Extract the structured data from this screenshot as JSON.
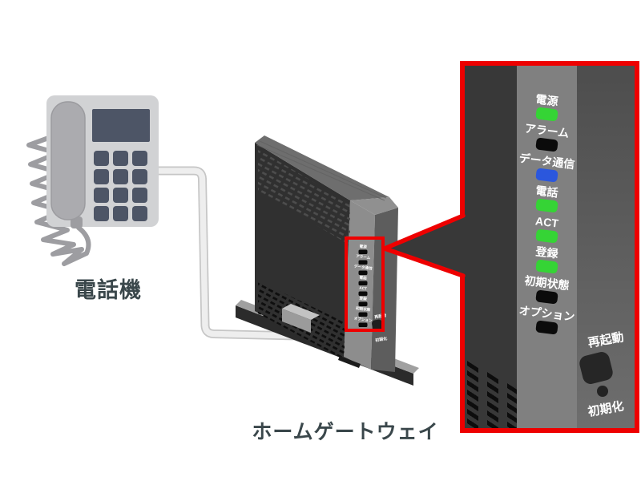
{
  "diagram": {
    "phone_label": "電話機",
    "gateway_label": "ホームゲートウェイ"
  },
  "panel": {
    "leds": [
      {
        "label": "電源",
        "lit": true,
        "color": "#35d435"
      },
      {
        "label": "アラーム",
        "lit": false,
        "color": "#0b0b0b"
      },
      {
        "label": "データ通信",
        "lit": true,
        "color": "#2b57dd"
      },
      {
        "label": "電話",
        "lit": true,
        "color": "#35d435"
      },
      {
        "label": "ACT",
        "lit": true,
        "color": "#35d435"
      },
      {
        "label": "登録",
        "lit": true,
        "color": "#35d435"
      },
      {
        "label": "初期状態",
        "lit": false,
        "color": "#0b0b0b"
      },
      {
        "label": "オプション",
        "lit": false,
        "color": "#0b0b0b"
      }
    ],
    "restart_label": "再起動",
    "init_label": "初期化"
  },
  "colors": {
    "callout_red": "#ee0000",
    "led_green": "#35d435",
    "led_blue": "#2b57dd",
    "led_off": "#0b0b0b",
    "caption_text": "#3a474b"
  }
}
